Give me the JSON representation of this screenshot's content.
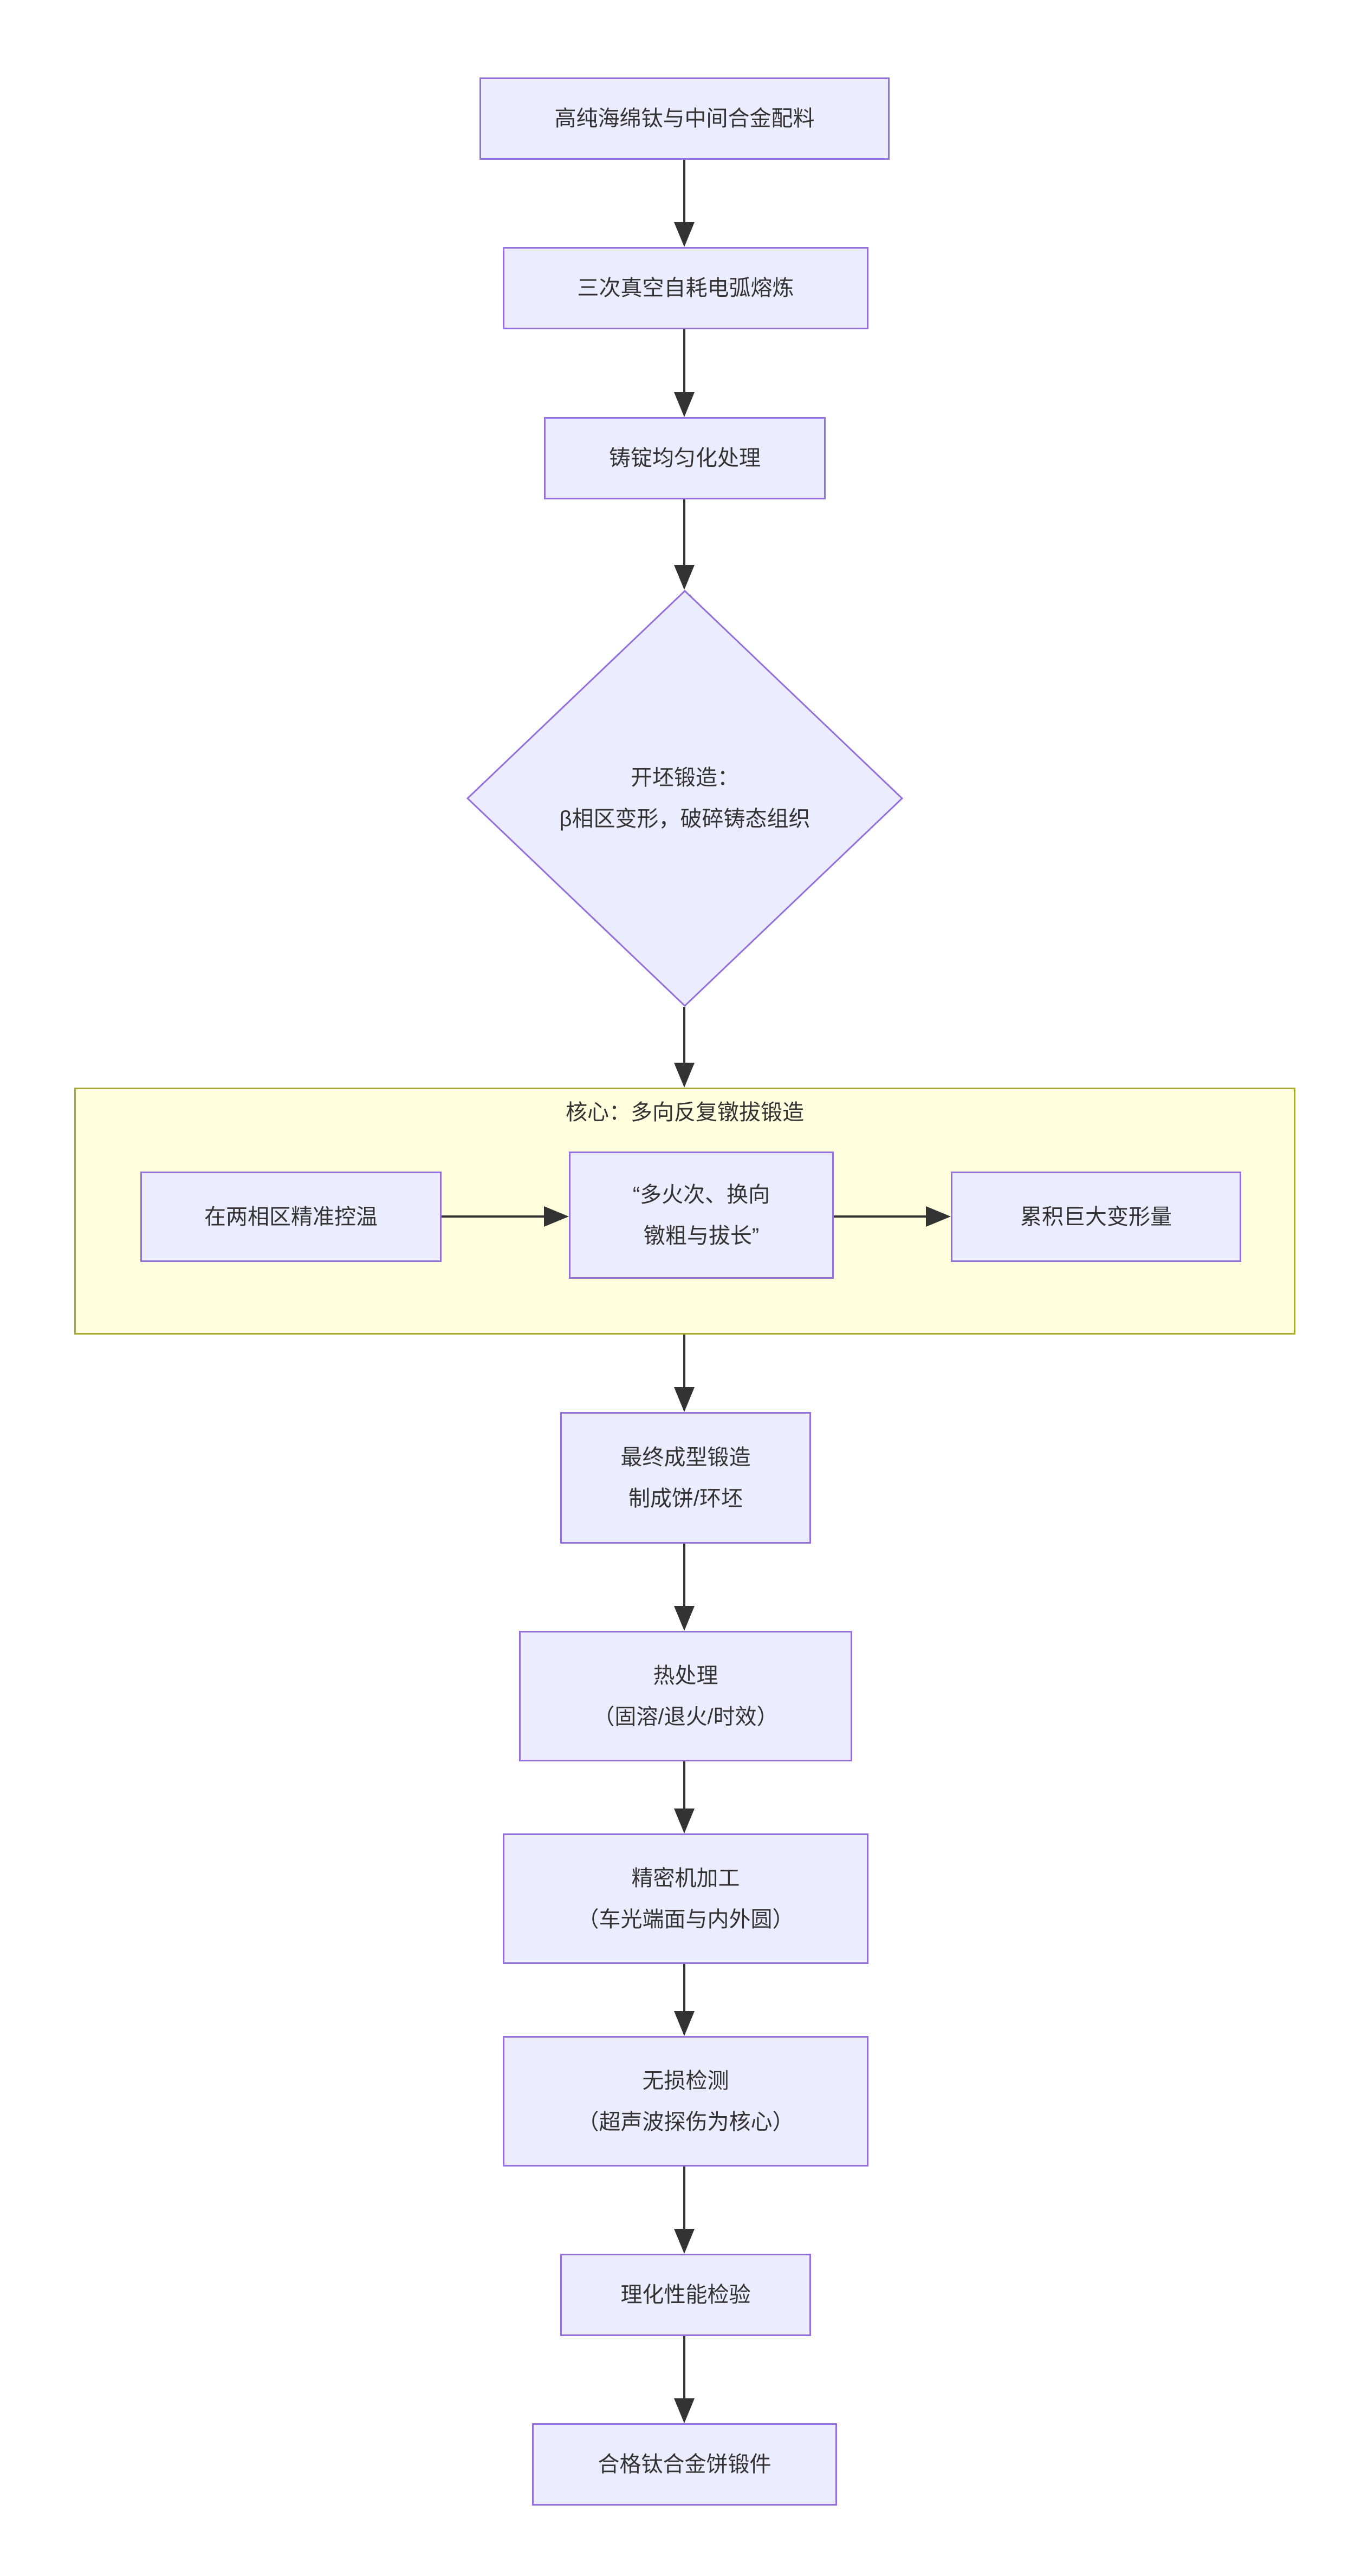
{
  "diagram": {
    "type": "flowchart-top-down",
    "nodes": {
      "raw_material": "高纯海绵钛与中间合金配料",
      "vacuum_melting": "三次真空自耗电弧熔炼",
      "homogenization": "铸锭均匀化处理",
      "cogging": "开坯锻造：\nβ相区变形，破碎铸态组织",
      "final_forging": "最终成型锻造\n制成饼/环坯",
      "heat_treatment": "热处理\n（固溶/退火/时效）",
      "machining": "精密机加工\n（车光端面与内外圆）",
      "ndt": "无损检测\n（超声波探伤为核心）",
      "property_test": "理化性能检验",
      "qualified": "合格钛合金饼锻件"
    },
    "subgraph": {
      "title": "核心：多向反复镦拔锻造",
      "nodes": {
        "temp_control": "在两相区精准控温",
        "upset_draw": "“多火次、换向\n镦粗与拔长”",
        "deformation": "累积巨大变形量"
      }
    },
    "colors": {
      "node_fill": "#ECECFF",
      "node_border": "#9370DB",
      "cluster_fill": "#FFFFDE",
      "cluster_border": "#AAAA33",
      "edge": "#333333",
      "text": "#333333"
    }
  }
}
